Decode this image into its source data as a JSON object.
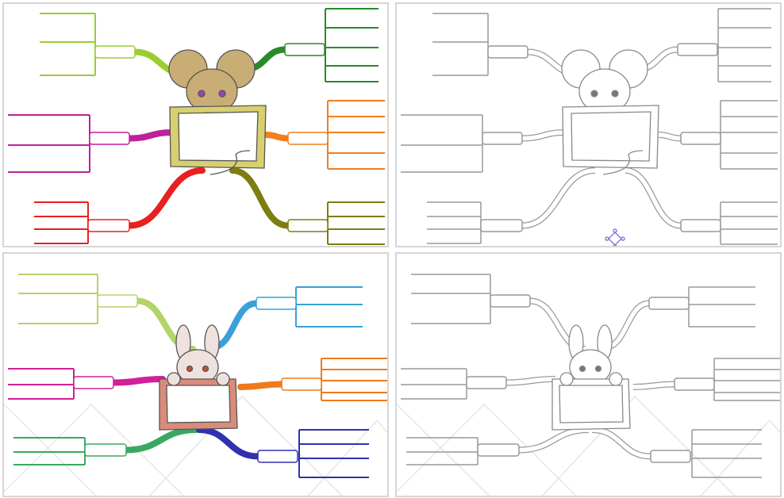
{
  "panels": [
    {
      "name": "mouse-mindmap-color",
      "character": "mouse",
      "style": "color",
      "character_colors": {
        "fur": "#c8ad74",
        "frame": "#d8cf70",
        "eyes": "#9b3fc0"
      },
      "branch_colors": [
        "#9acd32",
        "#c0209a",
        "#e82020",
        "#2a8a2a",
        "#f07f1f",
        "#7d7d10"
      ],
      "background_pattern": false
    },
    {
      "name": "mouse-mindmap-outline",
      "character": "mouse",
      "style": "outline",
      "character_colors": {
        "fur": "#ffffff",
        "frame": "#ffffff",
        "eyes": "#777777"
      },
      "branch_colors": [
        "#999999",
        "#999999",
        "#999999",
        "#999999",
        "#999999",
        "#999999"
      ],
      "background_pattern": false,
      "watermark_icon": "network-logo-icon"
    },
    {
      "name": "rabbit-mindmap-color",
      "character": "rabbit",
      "style": "color",
      "character_colors": {
        "fur": "#efe2de",
        "frame": "#d98c7c",
        "eyes": "#c0503a"
      },
      "branch_colors": [
        "#b5d36b",
        "#d0209a",
        "#3aa860",
        "#3aa0d8",
        "#f07a1a",
        "#3030b0"
      ],
      "background_pattern": true
    },
    {
      "name": "rabbit-mindmap-outline",
      "character": "rabbit",
      "style": "outline",
      "character_colors": {
        "fur": "#ffffff",
        "frame": "#ffffff",
        "eyes": "#777777"
      },
      "branch_colors": [
        "#999999",
        "#999999",
        "#999999",
        "#999999",
        "#999999",
        "#999999"
      ],
      "background_pattern": true
    }
  ]
}
